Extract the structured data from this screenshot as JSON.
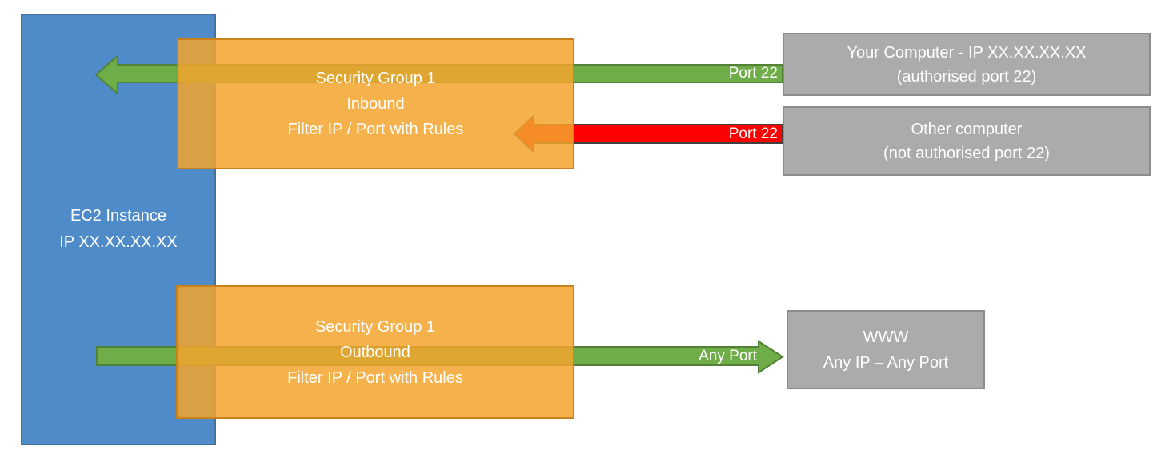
{
  "colors": {
    "blue_fill": "#4E8BC8",
    "blue_border": "#41719C",
    "orange_fill": "rgba(243,164,45,0.85)",
    "orange_border": "#C9811C",
    "gray_fill": "#ABABAB",
    "gray_border": "#8C8C8C",
    "green_fill": "#6FAD49",
    "green_border": "#538135",
    "red_fill": "#FF0000",
    "red_border": "#404040",
    "text_white": "#FFFFFF"
  },
  "ec2": {
    "line1": "EC2 Instance",
    "line2": "IP XX.XX.XX.XX"
  },
  "sg_inbound": {
    "line1": "Security Group 1",
    "line2": "Inbound",
    "line3": "Filter IP / Port with Rules"
  },
  "sg_outbound": {
    "line1": "Security Group 1",
    "line2": "Outbound",
    "line3": "Filter IP / Port with Rules"
  },
  "your_computer": {
    "line1": "Your Computer - IP XX.XX.XX.XX",
    "line2": "(authorised port 22)"
  },
  "other_computer": {
    "line1": "Other computer",
    "line2": "(not authorised port 22)"
  },
  "www": {
    "line1": "WWW",
    "line2": "Any IP – Any Port"
  },
  "arrows": {
    "inbound_allowed_label": "Port 22",
    "inbound_denied_label": "Port 22",
    "outbound_label": "Any Port"
  }
}
